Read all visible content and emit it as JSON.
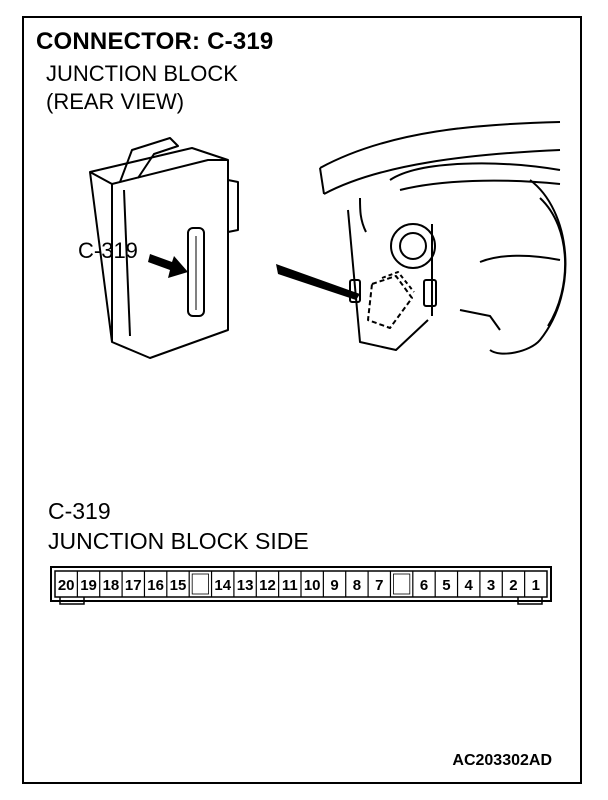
{
  "header": {
    "title": "CONNECTOR: C-319",
    "subtitle_line1": "JUNCTION BLOCK",
    "subtitle_line2": "(REAR VIEW)"
  },
  "illustration": {
    "callout_label": "C-319"
  },
  "connector": {
    "id": "C-319",
    "side": "JUNCTION BLOCK SIDE",
    "pins": [
      "20",
      "19",
      "18",
      "17",
      "16",
      "15",
      "",
      "14",
      "13",
      "12",
      "11",
      "10",
      "9",
      "8",
      "7",
      "",
      "6",
      "5",
      "4",
      "3",
      "2",
      "1"
    ]
  },
  "footer": {
    "doc_id": "AC203302AD"
  }
}
